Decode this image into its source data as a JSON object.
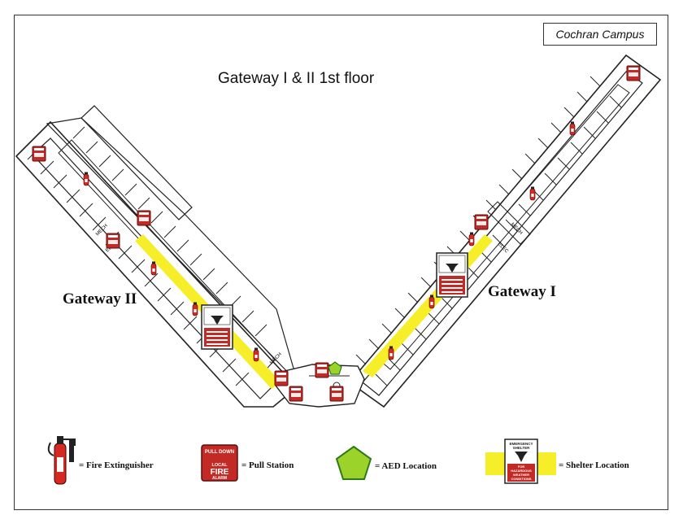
{
  "campus_label": "Cochran Campus",
  "map_title": "Gateway I & II 1st floor",
  "wings": {
    "left": "Gateway II",
    "right": "Gateway I"
  },
  "room_tags": {
    "mech": "MECH",
    "elec": "ELEC"
  },
  "signs": {
    "pull_top": "PULL DOWN",
    "pull_local": "LOCAL",
    "pull_fire": "FIRE",
    "pull_alarm": "ALARM",
    "shelter_top_1": "EMERGENCY",
    "shelter_top_2": "SHELTER",
    "shelter_bottom_1": "FOR",
    "shelter_bottom_2": "HAZARDOUS",
    "shelter_bottom_3": "WEATHER",
    "shelter_bottom_4": "CONDITIONS"
  },
  "legend": {
    "fire_extinguisher": "= Fire Extinguisher",
    "pull_station": "= Pull Station",
    "aed": "= AED Location",
    "shelter": "= Shelter Location"
  },
  "colors": {
    "extinguisher": "#d42a22",
    "pull_station": "#c42a25",
    "aed": "#9bd32a",
    "shelter_band": "#f5ee28",
    "walls": "#222222"
  }
}
